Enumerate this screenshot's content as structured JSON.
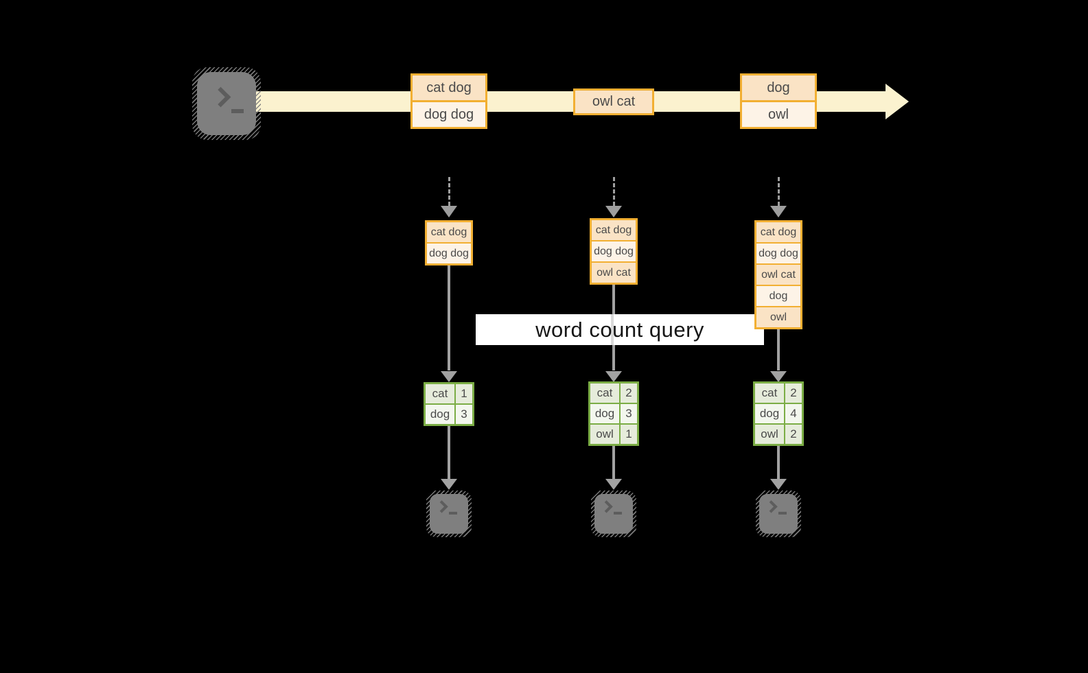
{
  "colors": {
    "accent_orange": "#F2AF32",
    "fill_peach": "#FAE3C5",
    "fill_cream": "#FDF3E7",
    "stream_band": "#FBF2CF",
    "accent_green": "#7BAD45",
    "fill_green": "#E6ECDB",
    "fill_green_light": "#F3F7EE",
    "arrow_gray": "#A2A2A2",
    "terminal_gray": "#7F7F7F",
    "text_dark": "#4A4A4A"
  },
  "icons": {
    "source": "terminal-icon",
    "sink": "terminal-icon"
  },
  "timeline": {
    "batches": [
      {
        "rows": [
          "cat dog",
          "dog dog"
        ]
      },
      {
        "rows": [
          "owl cat"
        ]
      },
      {
        "rows": [
          "dog",
          "owl"
        ]
      }
    ]
  },
  "query_label": "word count query",
  "columns": [
    {
      "inputs": [
        "cat dog",
        "dog dog"
      ],
      "results": [
        {
          "word": "cat",
          "count": "1"
        },
        {
          "word": "dog",
          "count": "3"
        }
      ]
    },
    {
      "inputs": [
        "cat dog",
        "dog dog",
        "owl cat"
      ],
      "results": [
        {
          "word": "cat",
          "count": "2"
        },
        {
          "word": "dog",
          "count": "3"
        },
        {
          "word": "owl",
          "count": "1"
        }
      ]
    },
    {
      "inputs": [
        "cat dog",
        "dog dog",
        "owl cat",
        "dog",
        "owl"
      ],
      "results": [
        {
          "word": "cat",
          "count": "2"
        },
        {
          "word": "dog",
          "count": "4"
        },
        {
          "word": "owl",
          "count": "2"
        }
      ]
    }
  ]
}
